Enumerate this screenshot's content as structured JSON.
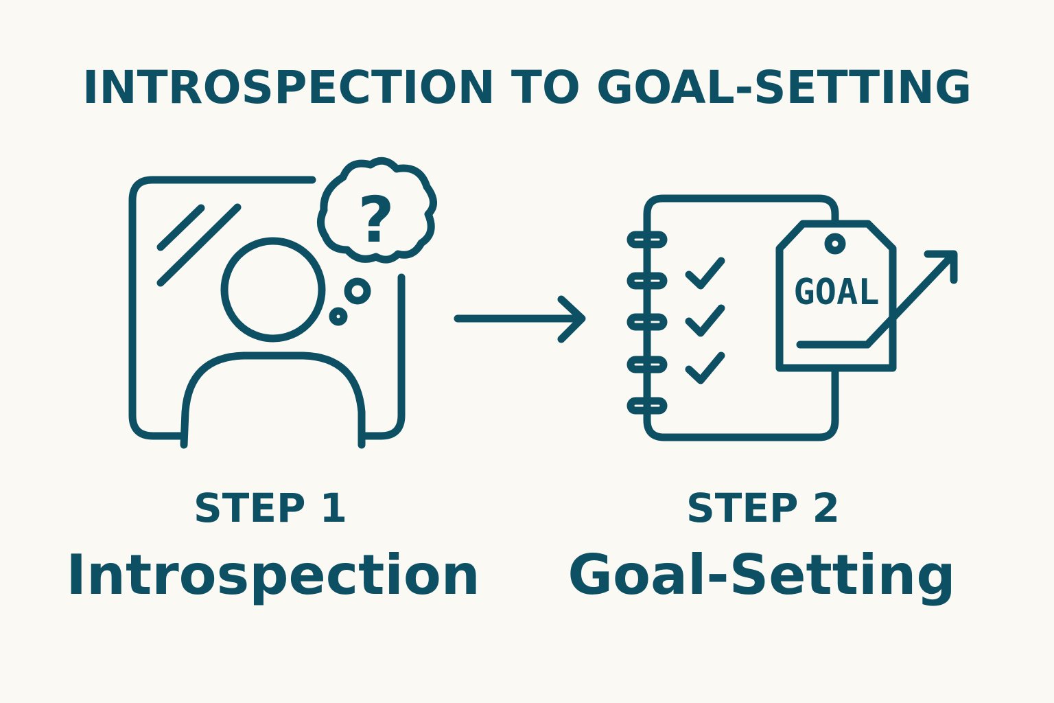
{
  "title": "INTROSPECTION TO GOAL-SETTING",
  "steps": [
    {
      "label": "STEP 1",
      "name": "Introspection",
      "icon": "person-mirror-thinking-icon"
    },
    {
      "label": "STEP 2",
      "name": "Goal-Setting",
      "icon": "goal-notebook-icon"
    }
  ],
  "question_mark": "?",
  "tag_text": "GOAL",
  "colors": {
    "ink": "#0d4f63",
    "background": "#fbf9f4"
  }
}
